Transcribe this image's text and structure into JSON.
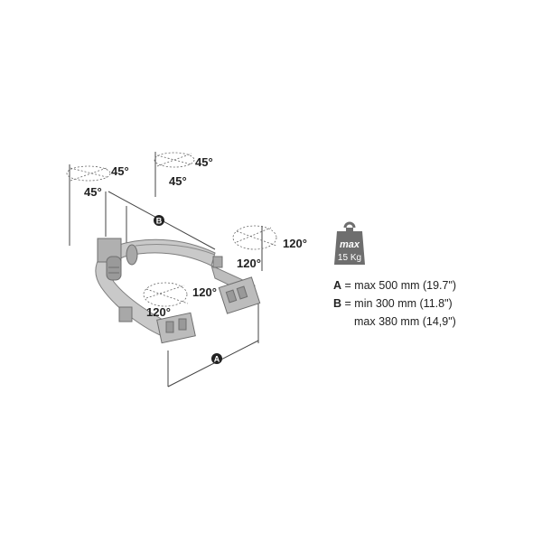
{
  "angles": {
    "top_left_a": "45°",
    "top_left_b": "45°",
    "top_right_a": "45°",
    "top_right_b": "45°",
    "right_a": "120°",
    "right_b": "120°",
    "center_a": "120°",
    "center_b": "120°"
  },
  "markers": {
    "a": "A",
    "b": "B"
  },
  "weight": {
    "max_label": "max",
    "value": "15 Kg"
  },
  "specs": [
    {
      "key": "A",
      "text": " = max 500 mm (19.7\")"
    },
    {
      "key": "B",
      "text": " = min 300 mm (11.8\")"
    },
    {
      "key": "",
      "text": "max 380 mm (14,9\")"
    }
  ],
  "colors": {
    "strap": "#c9c9c9",
    "strap_edge": "#7d7d7d",
    "buckle": "#9a9a9a",
    "weight_icon": "#6e6e6e",
    "line": "#444444"
  }
}
